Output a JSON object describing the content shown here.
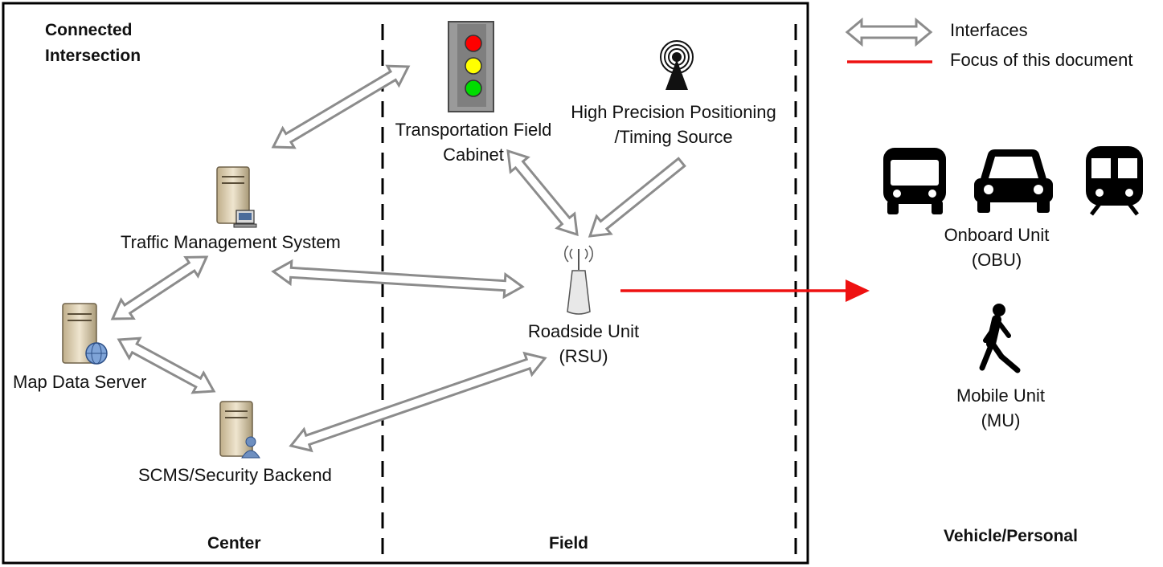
{
  "diagram": {
    "regions": {
      "connected": [
        "Connected",
        "Intersection"
      ],
      "center": "Center",
      "field": "Field",
      "vehicle": "Vehicle/Personal"
    },
    "nodes": {
      "tms": "Traffic Management System",
      "map_server": "Map Data Server",
      "scms": "SCMS/Security Backend",
      "cabinet": [
        "Transportation Field",
        "Cabinet"
      ],
      "hpp": [
        "High Precision Positioning",
        "/Timing Source"
      ],
      "rsu": [
        "Roadside Unit",
        "(RSU)"
      ],
      "obu": [
        "Onboard Unit",
        "(OBU)"
      ],
      "mu": [
        "Mobile Unit",
        "(MU)"
      ]
    },
    "legend": {
      "interfaces": "Interfaces",
      "focus": "Focus of this document"
    },
    "colors": {
      "interface_arrow": "#8c8c8c",
      "focus": "#ee1111",
      "signal_red": "#ff0000",
      "signal_yellow": "#ffff00",
      "signal_green": "#00dd00"
    }
  }
}
